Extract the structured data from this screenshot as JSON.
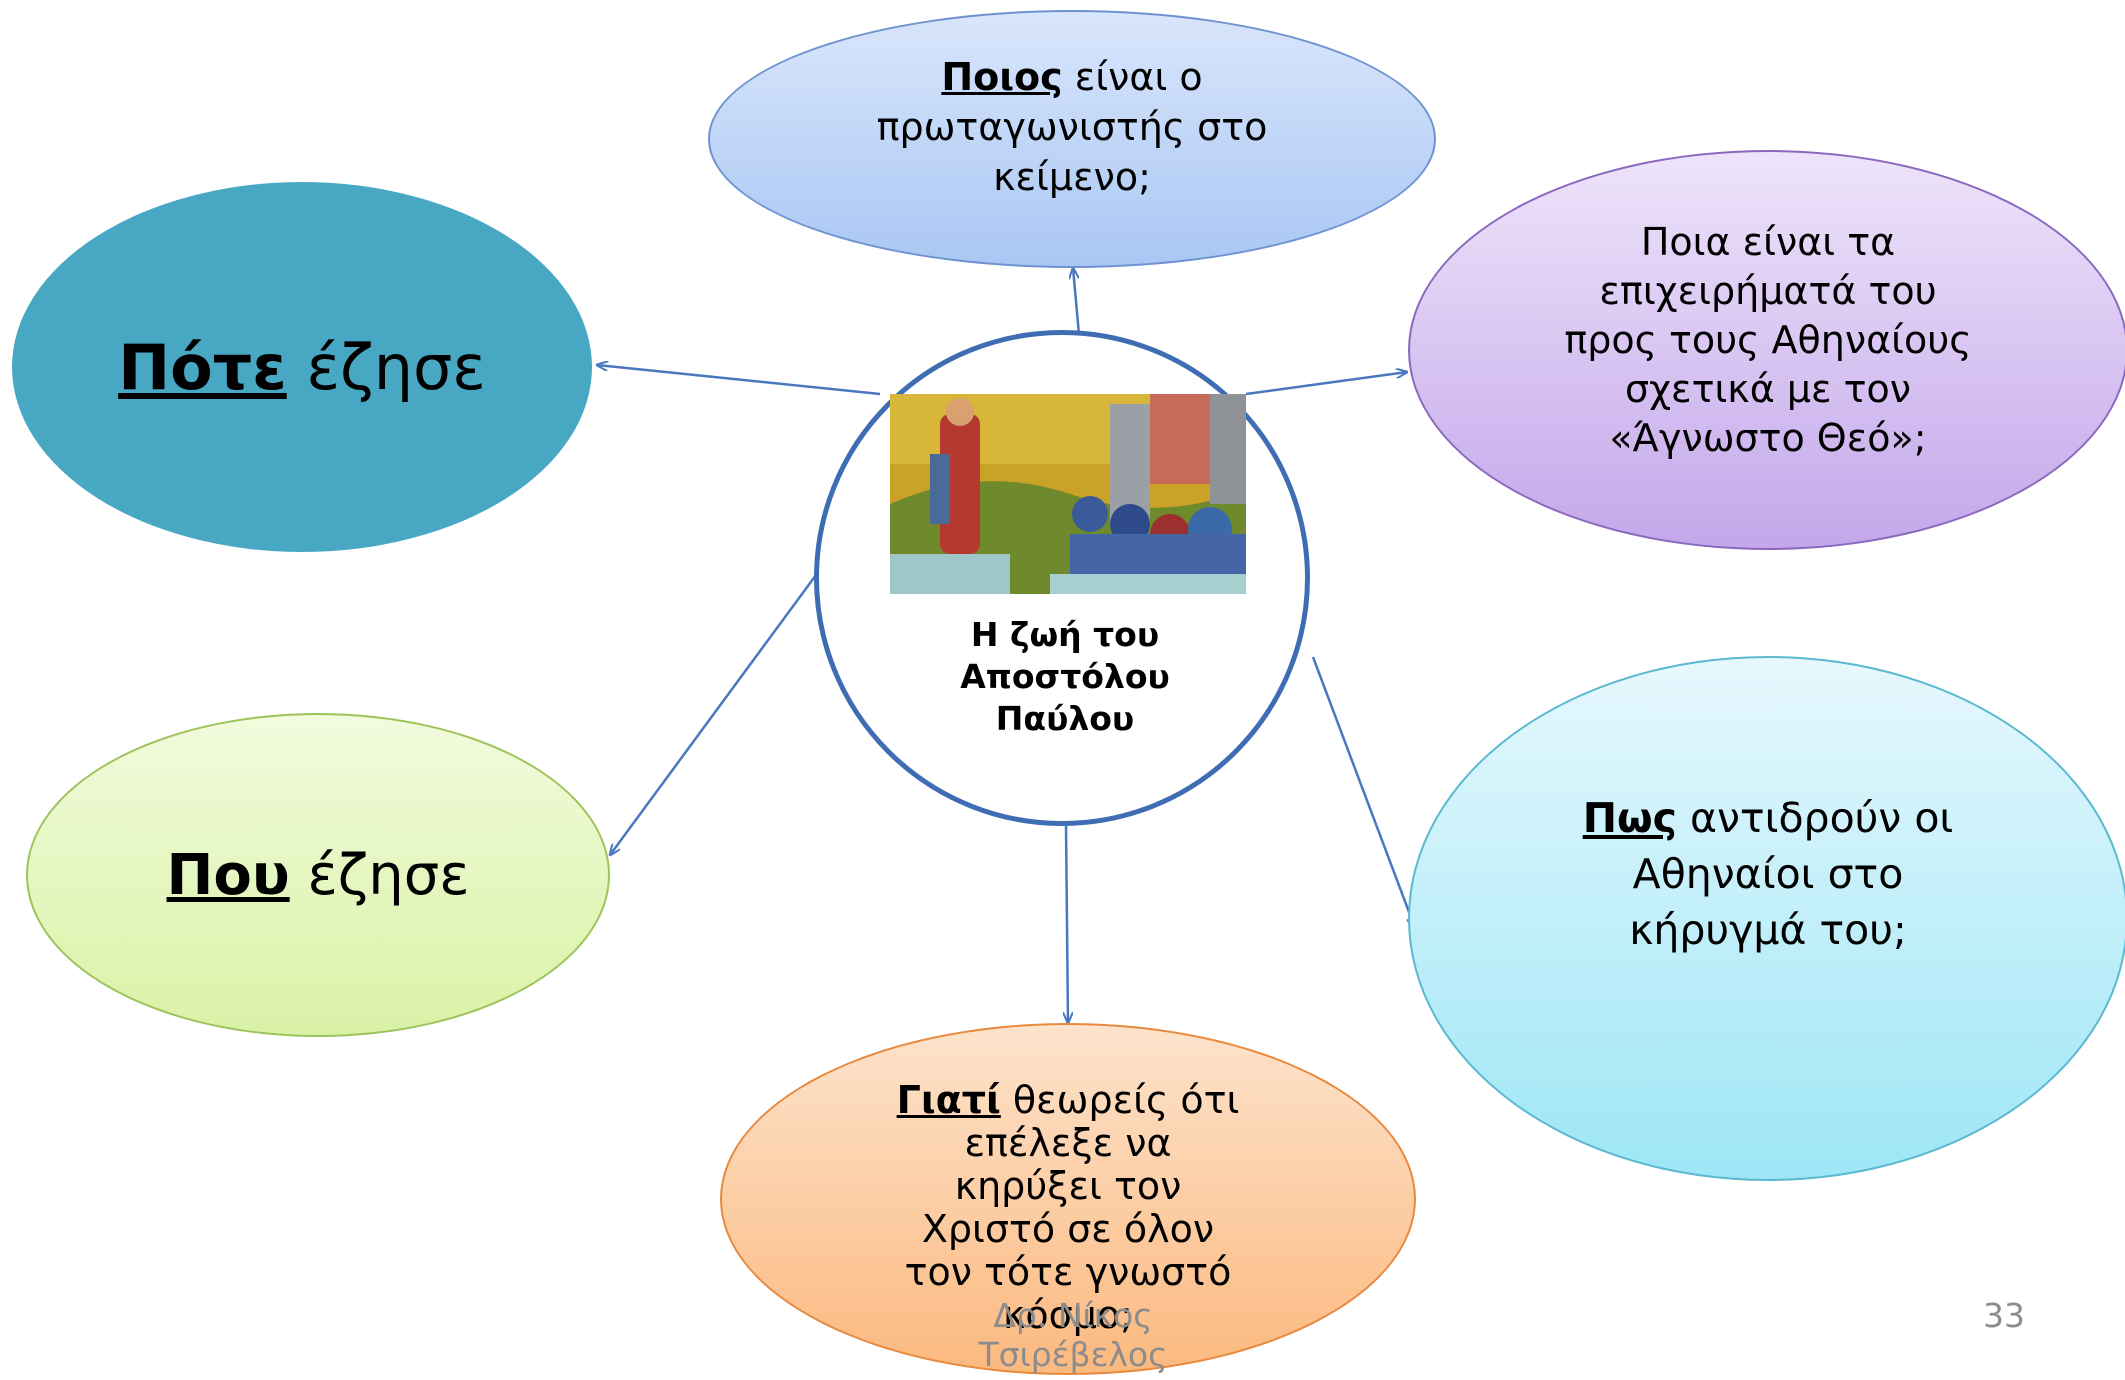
{
  "center": {
    "title_line1": "Η ζωή του",
    "title_line2": "Αποστόλου",
    "title_line3": "Παύλου",
    "image": "icon-of-apostle-paul-preaching-to-athenians"
  },
  "bubbles": {
    "who": {
      "keyword": "Ποιος",
      "rest": " είναι ο πρωταγωνιστής στο κείμενο;",
      "color": "#a9c7f4"
    },
    "when": {
      "keyword": "Πότε",
      "rest": " έζησε",
      "color": "#48a8c4"
    },
    "what": {
      "text": "Ποια είναι τα επιχειρήματά του προς τους Αθηναίους σχετικά με τον «Άγνωστο Θεό»;",
      "color": "#c4a7ea"
    },
    "where": {
      "keyword": "Που",
      "rest": " έζησε",
      "color": "#d9f2a6"
    },
    "how": {
      "keyword": "Πως",
      "rest": " αντιδρούν οι Αθηναίοι στο κήρυγμά του;",
      "color": "#9ee6f6"
    },
    "why": {
      "keyword": "Γιατί",
      "rest": " θεωρείς ότι επέλεξε να κηρύξει τον Χριστό σε όλον τον τότε γνωστό κόσμο;",
      "color": "#fbb97f"
    }
  },
  "footer": {
    "author": "Δρ. Νίκος Τσιρέβελος",
    "page_number": "33"
  },
  "arrow_color": "#4a78bf"
}
